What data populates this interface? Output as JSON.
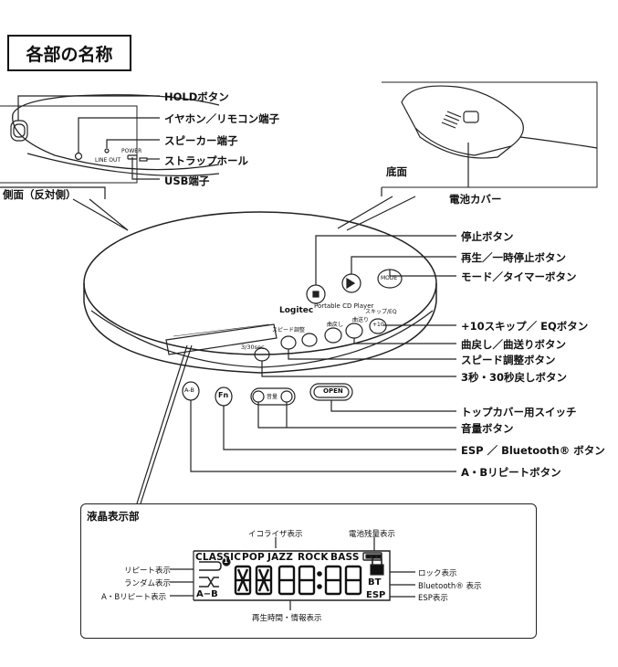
{
  "title": "各部の名称",
  "side_view": {
    "caption": "側面（反対側）",
    "labels": [
      "HOLDボタン",
      "イヤホン／リモコン端子",
      "スピーカー端子",
      "ストラップホール",
      "USB端子"
    ],
    "port_texts": [
      "LINE OUT",
      "POWER"
    ]
  },
  "bottom_view": {
    "caption": "底面",
    "label": "電池カバー"
  },
  "device": {
    "brand": "Logitec",
    "model": "Portable CD Player",
    "speed_label": "スピード調整",
    "skip_back_label": "曲戻し",
    "skip_fwd_label": "曲送り",
    "skip10_label": "スキップ/EQ",
    "skip10_button": "+10",
    "mode_button": "MODE",
    "back_label": "3/30sec",
    "ab_button": "A-B",
    "fn_button": "Fn",
    "volume_label": "音量",
    "open_button": "OPEN"
  },
  "right_labels": [
    "停止ボタン",
    "再生／一時停止ボタン",
    "モード／タイマーボタン",
    "+10スキップ／ EQボタン",
    "曲戻し／曲送りボタン",
    "スピード調整ボタン",
    "3秒・30秒戻しボタン",
    "トップカバー用スイッチ",
    "音量ボタン",
    "ESP ／ Bluetooth® ボタン",
    "A・Bリピートボタン"
  ],
  "lcd": {
    "title": "液晶表示部",
    "eq_modes": [
      "CLASSIC",
      "POP",
      "JAZZ",
      "ROCK",
      "BASS"
    ],
    "top_callouts": [
      "イコライザ表示",
      "電池残量表示"
    ],
    "left_callouts": [
      "リピート表示",
      "ランダム表示",
      "A・Bリピート表示"
    ],
    "right_callouts": [
      "ロック表示",
      "Bluetooth® 表示",
      "ESP表示"
    ],
    "bottom_callout": "再生時間・情報表示",
    "indicators": {
      "ab": "A−B",
      "bt": "BT",
      "esp": "ESP",
      "one": "1"
    }
  }
}
